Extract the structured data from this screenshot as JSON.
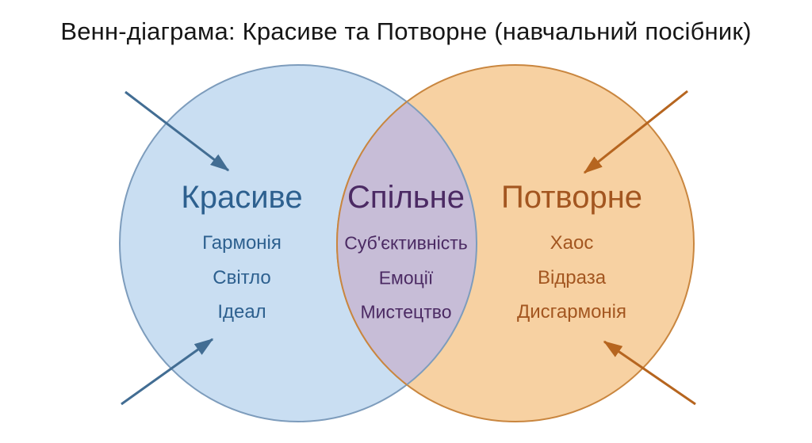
{
  "title": "Венн-діаграма: Красиве та Потворне (навчальний посібник)",
  "sets": {
    "left": {
      "label": "Красиве",
      "items": [
        "Гармонія",
        "Світло",
        "Ідеал"
      ]
    },
    "middle": {
      "label": "Спільне",
      "items": [
        "Суб'єктивність",
        "Емоції",
        "Мистецтво"
      ]
    },
    "right": {
      "label": "Потворне",
      "items": [
        "Хаос",
        "Відраза",
        "Дисгармонія"
      ]
    }
  },
  "colors": {
    "background": "#ffffff",
    "title_text": "#161616",
    "left_fill": "#c9def2",
    "left_stroke": "#7d9cbc",
    "left_text": "#2d608f",
    "overlap_fill": "#c7bdd7",
    "middle_text": "#4b2a63",
    "right_fill": "#f7d1a2",
    "right_stroke": "#c9863f",
    "right_text": "#a35620",
    "arrow_left": "#426d93",
    "arrow_right": "#b6651f"
  }
}
